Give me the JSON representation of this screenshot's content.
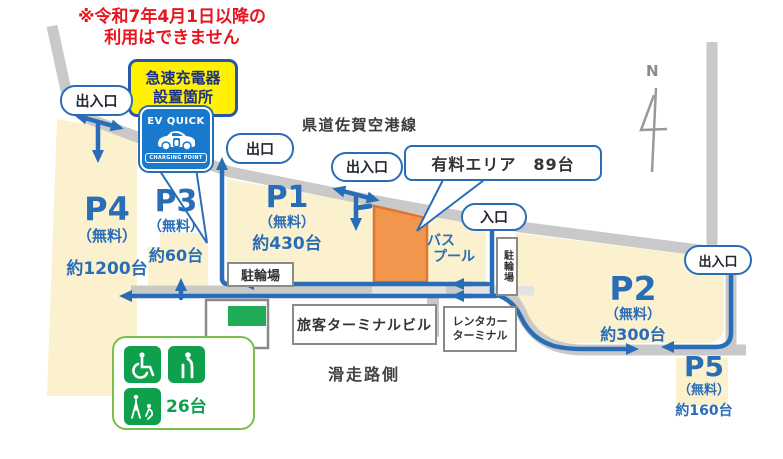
{
  "notice": {
    "line1": "※令和7年4月1日以降の",
    "line2": "利用はできません"
  },
  "charger": {
    "callout_line1": "急速充電器",
    "callout_line2": "設置箇所",
    "sign_top": "EV QUICK",
    "sign_bottom": "CHARGING POINT"
  },
  "road_name": "県道佐賀空港線",
  "compass_label": "N",
  "paid_area_label": "有料エリア　89台",
  "gates": {
    "northwest": "出入口",
    "exit_only": "出口",
    "center": "出入口",
    "entrance_only": "入口",
    "east": "出入口"
  },
  "parking_lots": {
    "p1": {
      "name": "P1",
      "fee": "（無料）",
      "capacity": "約430台"
    },
    "p2": {
      "name": "P2",
      "fee": "（無料）",
      "capacity": "約300台"
    },
    "p3": {
      "name": "P3",
      "fee": "（無料）",
      "capacity": "約60台"
    },
    "p4": {
      "name": "P4",
      "fee": "（無料）",
      "capacity": "約1200台"
    },
    "p5": {
      "name": "P5",
      "fee": "（無料）",
      "capacity": "約160台"
    }
  },
  "facilities": {
    "bus_pool_line1": "バス",
    "bus_pool_line2": "プール",
    "bicycle_parking_west": "駐輪場",
    "bicycle_parking_east": "駐輪場",
    "terminal_building": "旅客ターミナルビル",
    "rentacar_line1": "レンタカー",
    "rentacar_line2": "ターミナル",
    "runway_side": "滑走路側"
  },
  "accessible_parking": {
    "capacity": "26台",
    "icons": [
      "wheelchair-icon",
      "elderly-icon",
      "crutches-pregnant-icon"
    ]
  },
  "colors": {
    "route_blue": "#2a6db7",
    "paid_orange": "#F2964E",
    "lot_beige": "#FBF1CF",
    "road_gray": "#C9C9C9",
    "notice_red": "#E8141E",
    "charger_yellow": "#FFF100",
    "accessible_green": "#0FA04E"
  }
}
